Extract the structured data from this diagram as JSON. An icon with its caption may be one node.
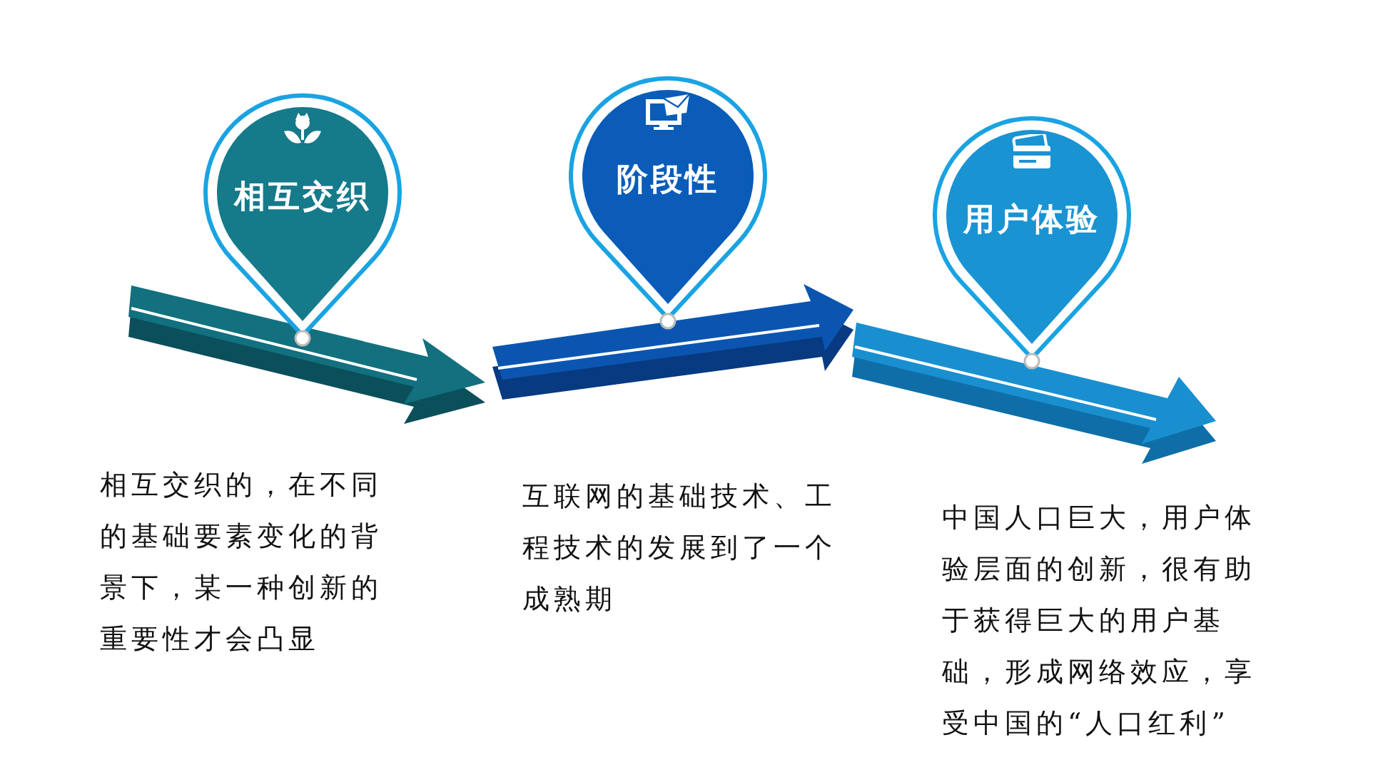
{
  "diagram": {
    "nodes": [
      {
        "text": [
          "相互交织"
        ]
      },
      {
        "text": [
          "阶段性"
        ]
      },
      {
        "text": [
          "用户体验"
        ]
      }
    ],
    "labels": [
      "相互交织的，在不同的基础要素变化的背景下，某一种创新的重要性才会凸显",
      "互联网的基础技术、工程技术的发展到了一个成熟期",
      "中国人口巨大，用户体验层面的创新，很有助于获得巨大的用户基础，形成网络效应，享受中国的“人口红利”"
    ]
  }
}
